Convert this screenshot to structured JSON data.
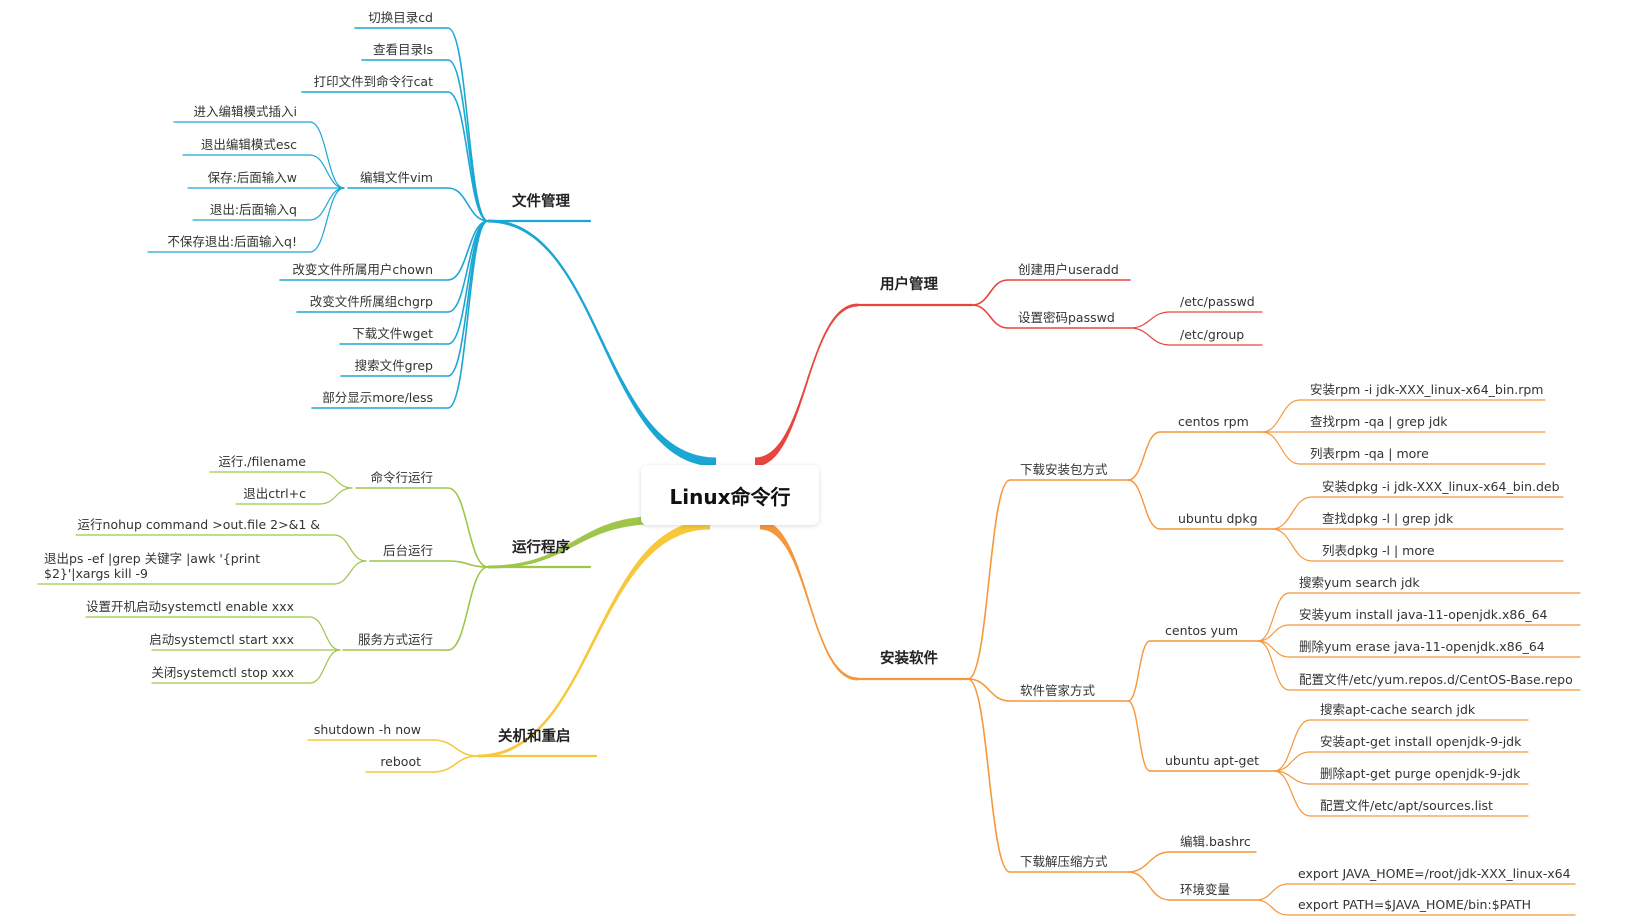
{
  "root": "Linux命令行",
  "colors": {
    "file": "#1aa7d4",
    "user": "#e8463c",
    "install": "#f5973b",
    "run": "#9dc64a",
    "shutdown": "#f7c83b"
  },
  "branches": {
    "file": {
      "label": "文件管理",
      "items": [
        "切换目录cd",
        "查看目录ls",
        "打印文件到命令行cat",
        "编辑文件vim",
        "改变文件所属用户chown",
        "改变文件所属组chgrp",
        "下载文件wget",
        "搜索文件grep",
        "部分显示more/less"
      ],
      "vim_items": [
        "进入编辑模式插入i",
        "退出编辑模式esc",
        "保存:后面输入w",
        "退出:后面输入q",
        "不保存退出:后面输入q!"
      ]
    },
    "run": {
      "label": "运行程序",
      "cmdline": {
        "label": "命令行运行",
        "items": [
          "运行./filename",
          "退出ctrl+c"
        ]
      },
      "background": {
        "label": "后台运行",
        "items": [
          "运行nohup command  >out.file 2>&1 &",
          "退出ps -ef |grep 关键字  |awk '{print $2}'|xargs kill -9"
        ]
      },
      "service": {
        "label": "服务方式运行",
        "items": [
          "设置开机启动systemctl enable xxx",
          "启动systemctl start xxx",
          "关闭systemctl stop xxx"
        ]
      }
    },
    "shutdown": {
      "label": "关机和重启",
      "items": [
        "shutdown -h now",
        "reboot"
      ]
    },
    "user": {
      "label": "用户管理",
      "useradd": "创建用户useradd",
      "passwd": {
        "label": "设置密码passwd",
        "items": [
          "/etc/passwd",
          "/etc/group"
        ]
      }
    },
    "install": {
      "label": "安装软件",
      "package": {
        "label": "下载安装包方式",
        "rpm": {
          "label": "centos rpm",
          "items": [
            "安装rpm -i jdk-XXX_linux-x64_bin.rpm",
            "查找rpm -qa | grep jdk",
            "列表rpm -qa | more"
          ]
        },
        "dpkg": {
          "label": "ubuntu dpkg",
          "items": [
            "安装dpkg -i jdk-XXX_linux-x64_bin.deb",
            "查找dpkg -l | grep jdk",
            "列表dpkg -l | more"
          ]
        }
      },
      "manager": {
        "label": "软件管家方式",
        "yum": {
          "label": "centos yum",
          "items": [
            "搜索yum search jdk",
            "安装yum install java-11-openjdk.x86_64",
            "删除yum erase java-11-openjdk.x86_64",
            "配置文件/etc/yum.repos.d/CentOS-Base.repo"
          ]
        },
        "apt": {
          "label": "ubuntu apt-get",
          "items": [
            "搜索apt-cache search jdk",
            "安装apt-get install openjdk-9-jdk",
            "删除apt-get purge openjdk-9-jdk",
            "配置文件/etc/apt/sources.list"
          ]
        }
      },
      "archive": {
        "label": "下载解压缩方式",
        "bashrc": "编辑.bashrc",
        "env": {
          "label": "环境变量",
          "items": [
            "export JAVA_HOME=/root/jdk-XXX_linux-x64",
            "export PATH=$JAVA_HOME/bin:$PATH"
          ]
        }
      }
    }
  }
}
